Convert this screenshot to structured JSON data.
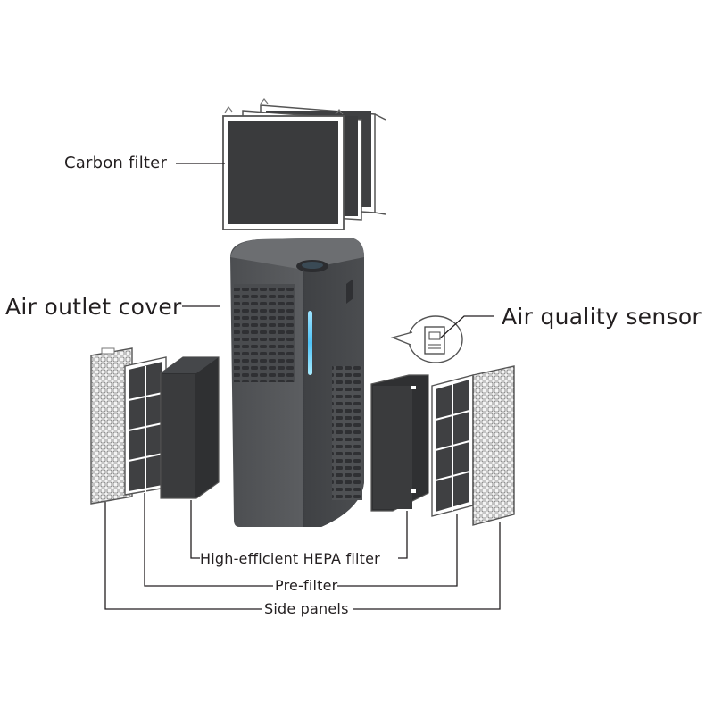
{
  "labels": {
    "carbon_filter": "Carbon filter",
    "air_outlet_cover": "Air outlet cover",
    "air_quality_sensor": "Air quality sensor",
    "hepa_filter": "High-efficient HEPA filter",
    "pre_filter": "Pre-filter",
    "side_panels": "Side panels"
  },
  "colors": {
    "body": "#56585b",
    "filter_media": "#3a3b3d",
    "indicator": "#4fc3f7",
    "line": "#231f20"
  }
}
